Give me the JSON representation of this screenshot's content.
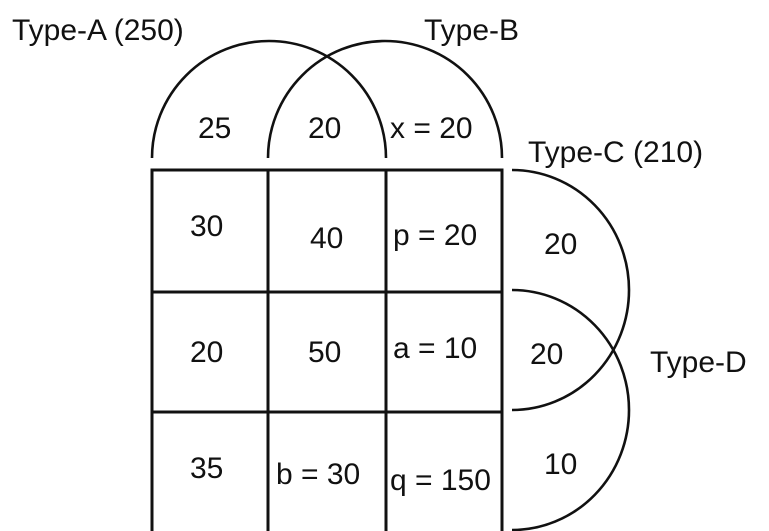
{
  "labels": {
    "type_a": "Type-A (250)",
    "type_b": "Type-B",
    "type_c": "Type-C (210)",
    "type_d": "Type-D"
  },
  "top_arcs": {
    "left_only": "25",
    "overlap": "20",
    "right_only": "x = 20"
  },
  "grid": {
    "rows": [
      [
        "30",
        "40",
        "p = 20"
      ],
      [
        "20",
        "50",
        "a = 10"
      ],
      [
        "35",
        "b = 30",
        "q = 150"
      ]
    ]
  },
  "right_arcs": {
    "c_only": "20",
    "overlap": "20",
    "d_only": "10"
  }
}
